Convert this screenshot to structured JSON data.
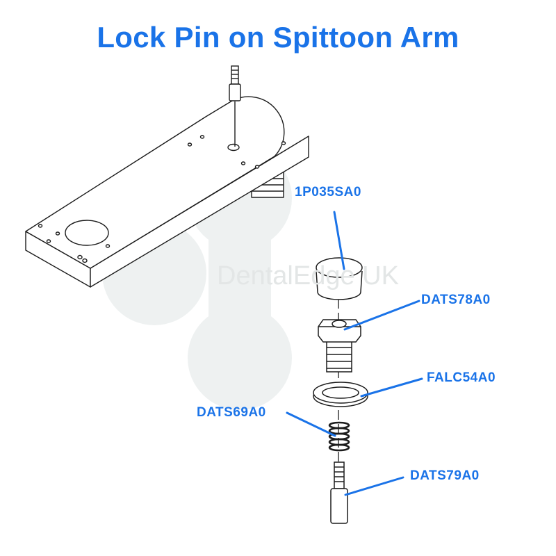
{
  "title": "Lock Pin on Spittoon Arm",
  "watermark": "DentalEdge UK",
  "brand_color": "#1a73e8",
  "parts": [
    {
      "code": "1P035SA0",
      "name": "cap"
    },
    {
      "code": "DATS78A0",
      "name": "hex-nut"
    },
    {
      "code": "FALC54A0",
      "name": "washer-ring"
    },
    {
      "code": "DATS69A0",
      "name": "spring"
    },
    {
      "code": "DATS79A0",
      "name": "lock-pin"
    }
  ]
}
